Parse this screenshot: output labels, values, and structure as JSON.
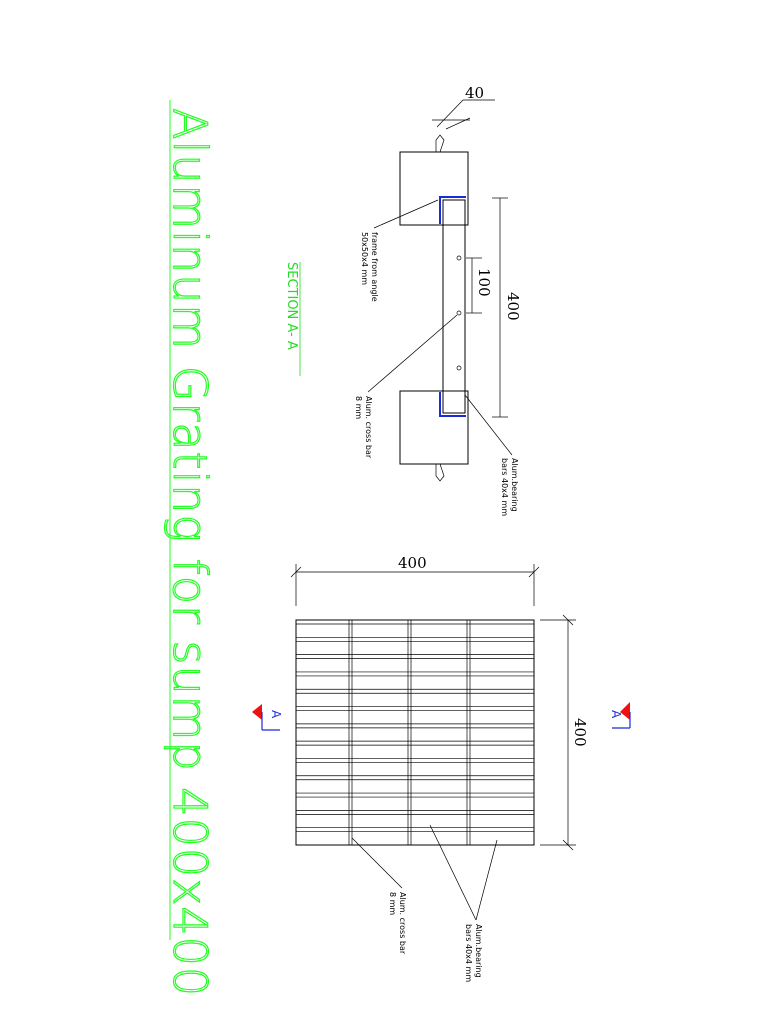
{
  "title": "Aluminum Grating for sump 400x400",
  "section_label": "SECTION  A- A",
  "section_dims": {
    "top": "40",
    "overall": "400",
    "spacing": "100"
  },
  "section_notes": {
    "frame_line1": "frame from angle",
    "frame_line2": "50x50x4 mm",
    "crossbar_line1": "Alum. cross bar",
    "crossbar_line2": "8 mm",
    "bearing_line1": "Alum.bearing",
    "bearing_line2": "bars 40x4 mm"
  },
  "plan_dims": {
    "width": "400",
    "height": "400"
  },
  "plan_notes": {
    "crossbar_line1": "Alum. cross bar",
    "crossbar_line2": "8 mm",
    "bearing_line1": "Alum.bearing",
    "bearing_line2": "bars 40x4 mm"
  },
  "section_marks": {
    "left": "A",
    "right": "A"
  },
  "colors": {
    "title": "#22ff22",
    "mark_arrow": "#ee1111",
    "mark_line": "#1a2bd8",
    "frame": "#1a2bd8"
  }
}
